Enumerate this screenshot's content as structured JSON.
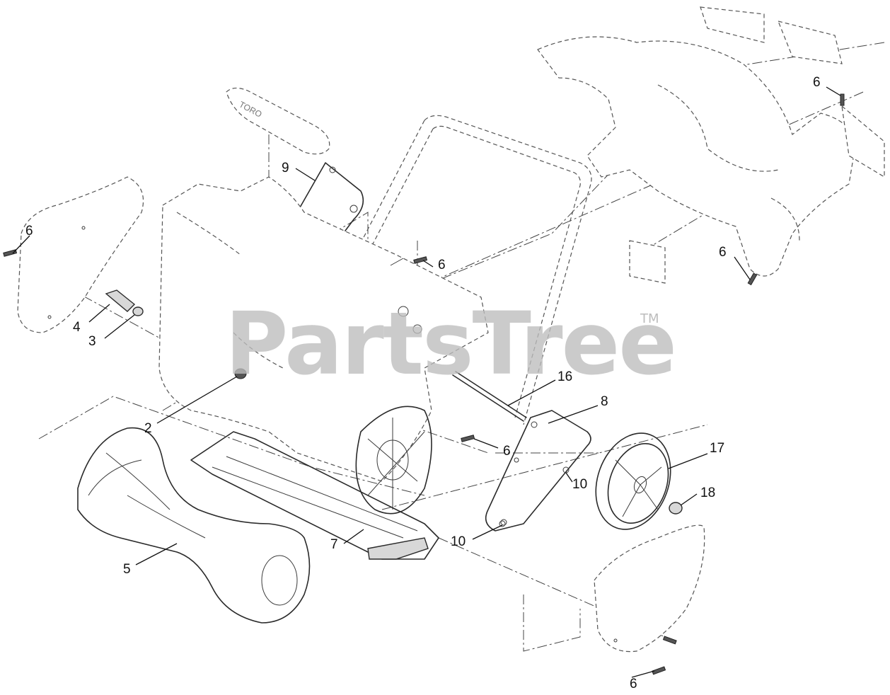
{
  "watermark": {
    "text": "PartsTree",
    "trademark": "TM"
  },
  "callouts": {
    "c6_top_right": "6",
    "c6_left": "6",
    "c6_center": "6",
    "c6_right_mid": "6",
    "c6_bracket": "6",
    "c6_bottom": "6",
    "c9": "9",
    "c4": "4",
    "c3": "3",
    "c2": "2",
    "c16": "16",
    "c8": "8",
    "c17": "17",
    "c10_upper": "10",
    "c10_lower": "10",
    "c18": "18",
    "c5": "5",
    "c7": "7"
  },
  "logo_text": "TORO"
}
